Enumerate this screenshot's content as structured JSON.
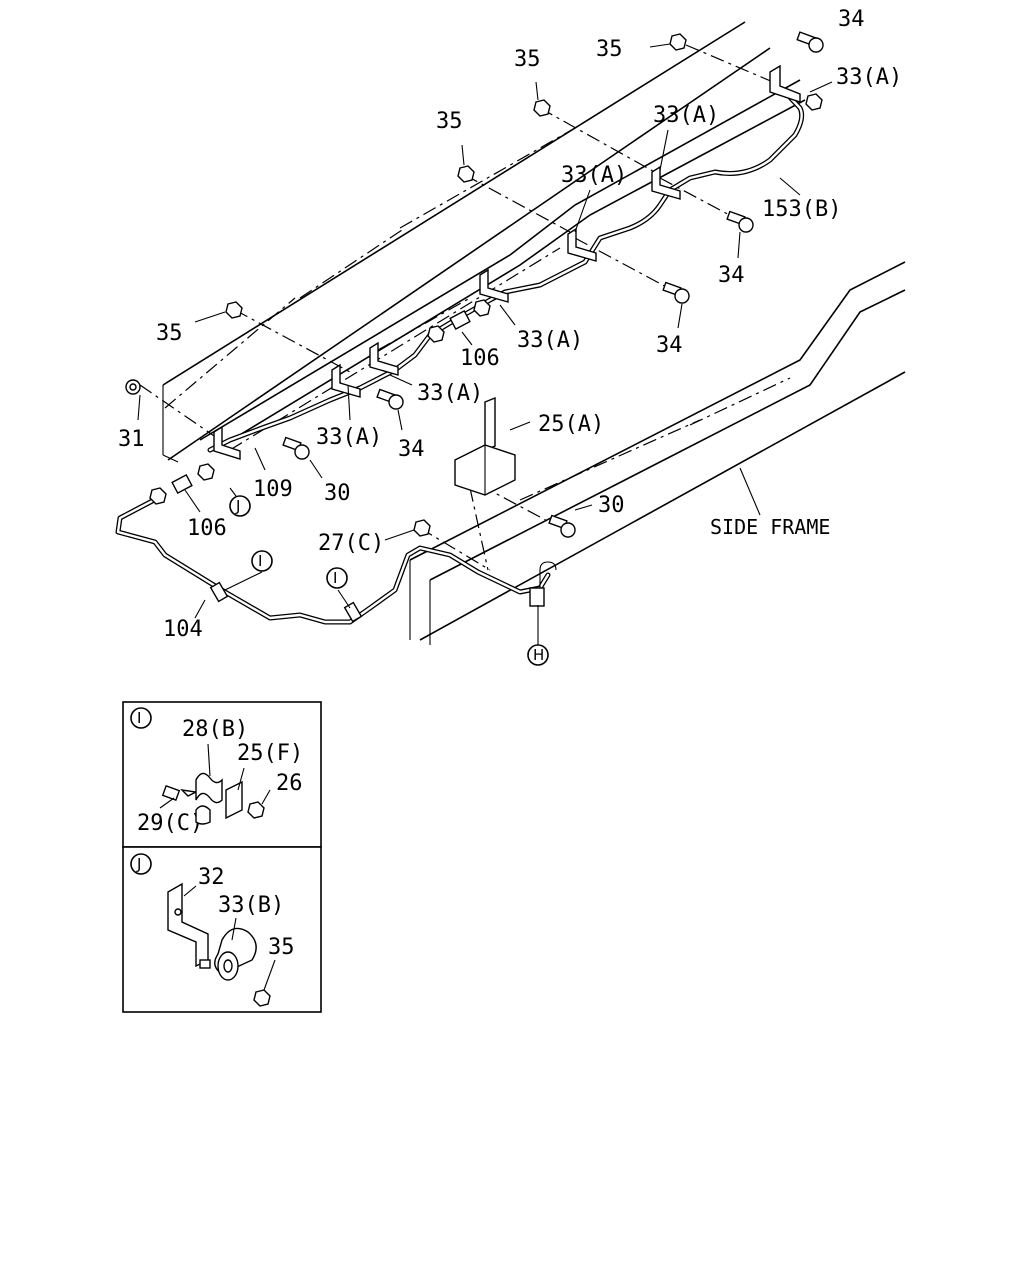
{
  "diagram": {
    "labels": {
      "l34_top": "34",
      "l35_top": "35",
      "l33a_top": "33(A)",
      "l35_b": "35",
      "l33a_b": "33(A)",
      "l35_c": "35",
      "l33a_c": "33(A)",
      "l153b": "153(B)",
      "l34_b": "34",
      "l34_c": "34",
      "l35_d": "35",
      "l106_a": "106",
      "l33a_d": "33(A)",
      "l33a_e": "33(A)",
      "l33a_f": "33(A)",
      "l31": "31",
      "l34_d": "34",
      "l25a": "25(A)",
      "l109": "109",
      "l30_a": "30",
      "l30_b": "30",
      "l106_b": "106",
      "l27c": "27(C)",
      "side_frame": "SIDE FRAME",
      "l104": "104"
    },
    "callouts": {
      "j": "J",
      "i1": "I",
      "i2": "I",
      "h": "H"
    },
    "detail_i": {
      "tag": "I",
      "l28b": "28(B)",
      "l25f": "25(F)",
      "l26": "26",
      "l29c": "29(C)"
    },
    "detail_j": {
      "tag": "J",
      "l32": "32",
      "l33b": "33(B)",
      "l35": "35"
    }
  }
}
